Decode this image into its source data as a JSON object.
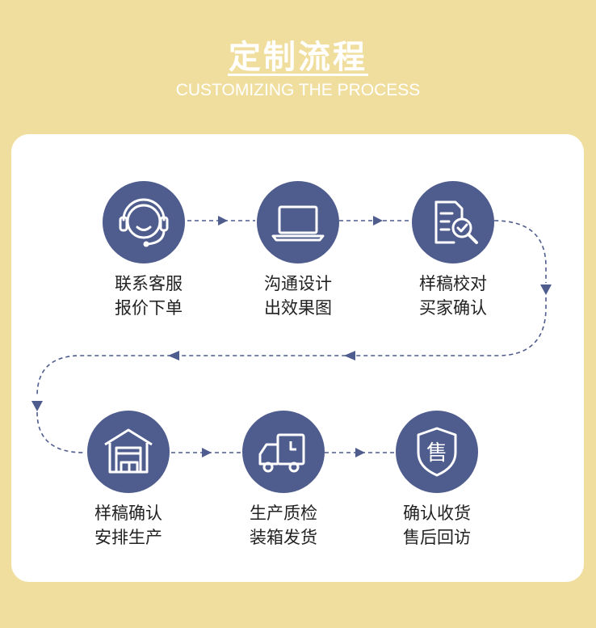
{
  "header": {
    "title": "定制流程",
    "subtitle": "CUSTOMIZING THE PROCESS"
  },
  "colors": {
    "background": "#f0de9e",
    "card": "#ffffff",
    "accent": "#4f5c8e",
    "text": "#222222"
  },
  "steps": [
    {
      "icon": "headset-icon",
      "line1": "联系客服",
      "line2": "报价下单"
    },
    {
      "icon": "laptop-icon",
      "line1": "沟通设计",
      "line2": "出效果图"
    },
    {
      "icon": "document-search-icon",
      "line1": "样稿校对",
      "line2": "买家确认"
    },
    {
      "icon": "warehouse-icon",
      "line1": "样稿确认",
      "line2": "安排生产"
    },
    {
      "icon": "delivery-truck-icon",
      "line1": "生产质检",
      "line2": "装箱发货"
    },
    {
      "icon": "after-sales-shield-icon",
      "line1": "确认收货",
      "line2": "售后回访",
      "badge": "售"
    }
  ]
}
